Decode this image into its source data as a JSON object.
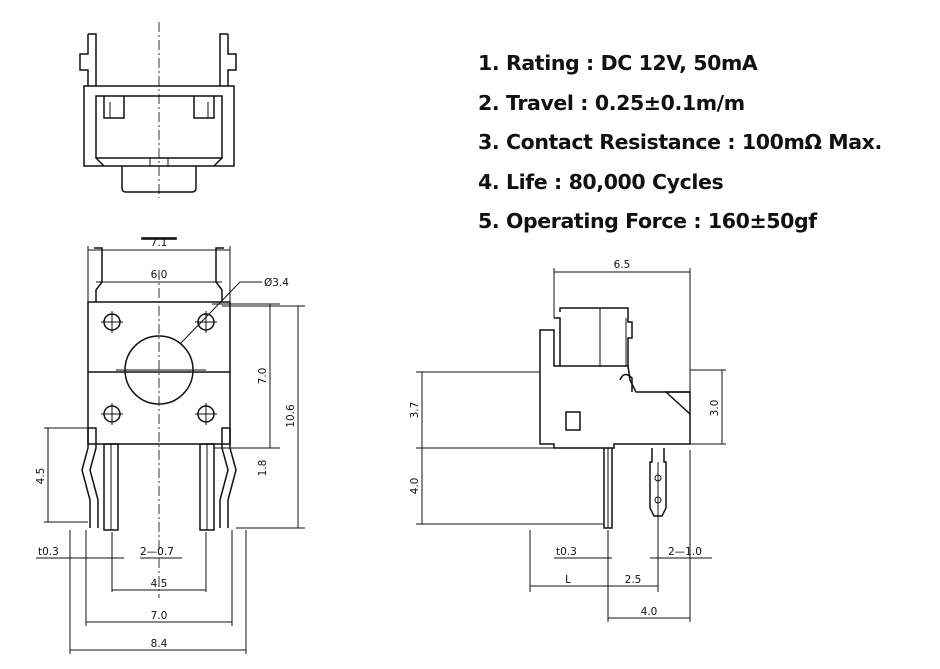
{
  "specs": [
    "1. Rating : DC 12V, 50mA",
    "2. Travel : 0.25±0.1m/m",
    "3. Contact Resistance : 100mΩ Max.",
    "4. Life : 80,000 Cycles",
    "5. Operating Force : 160±50gf"
  ],
  "front_view": {
    "width_7_1": "7.1",
    "width_6_0": "6.0",
    "hole_dia": "Ø3.4",
    "height_7_0": "7.0",
    "height_10_6": "10.6",
    "height_1_8": "1.8",
    "height_4_5": "4.5",
    "thick_0_3": "t0.3",
    "pins_0_7": "2—0.7",
    "width_4_5": "4.5",
    "width_7_0": "7.0",
    "width_8_4": "8.4"
  },
  "side_view": {
    "width_6_5": "6.5",
    "height_3_7": "3.7",
    "height_4_0": "4.0",
    "height_3_0": "3.0",
    "thick_0_3": "t0.3",
    "pins_1_0": "2—1.0",
    "len_L": "L",
    "width_2_5": "2.5",
    "width_4_0": "4.0"
  }
}
